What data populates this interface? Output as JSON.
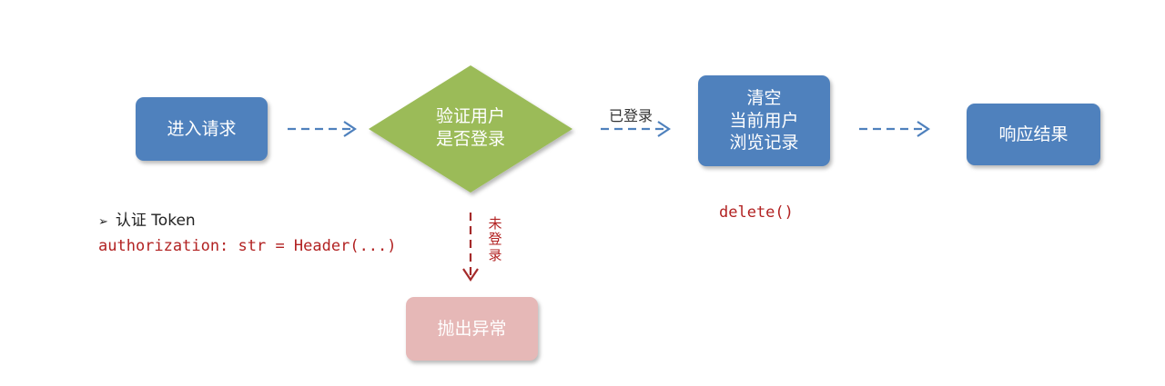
{
  "nodes": {
    "enter_request": "进入请求",
    "verify_login": "验证用户\n是否登录",
    "clear_history": "清空\n当前用户\n浏览记录",
    "response_result": "响应结果",
    "throw_exception": "抛出异常"
  },
  "edges": {
    "logged_in": "已登录",
    "not_logged_in": "未\n登\n录"
  },
  "annotations": {
    "auth_bullet_glyph": "➢",
    "auth_title": "认证 Token",
    "auth_code": "authorization: str = Header(...)",
    "delete_code": "delete()"
  },
  "colors": {
    "blue_box": "#4f81bd",
    "green_diamond": "#9bbb59",
    "pink_box": "#e6b8b7",
    "arrow_blue": "#4f81bd",
    "arrow_red": "#a52a2a",
    "code_red": "#b22222"
  }
}
